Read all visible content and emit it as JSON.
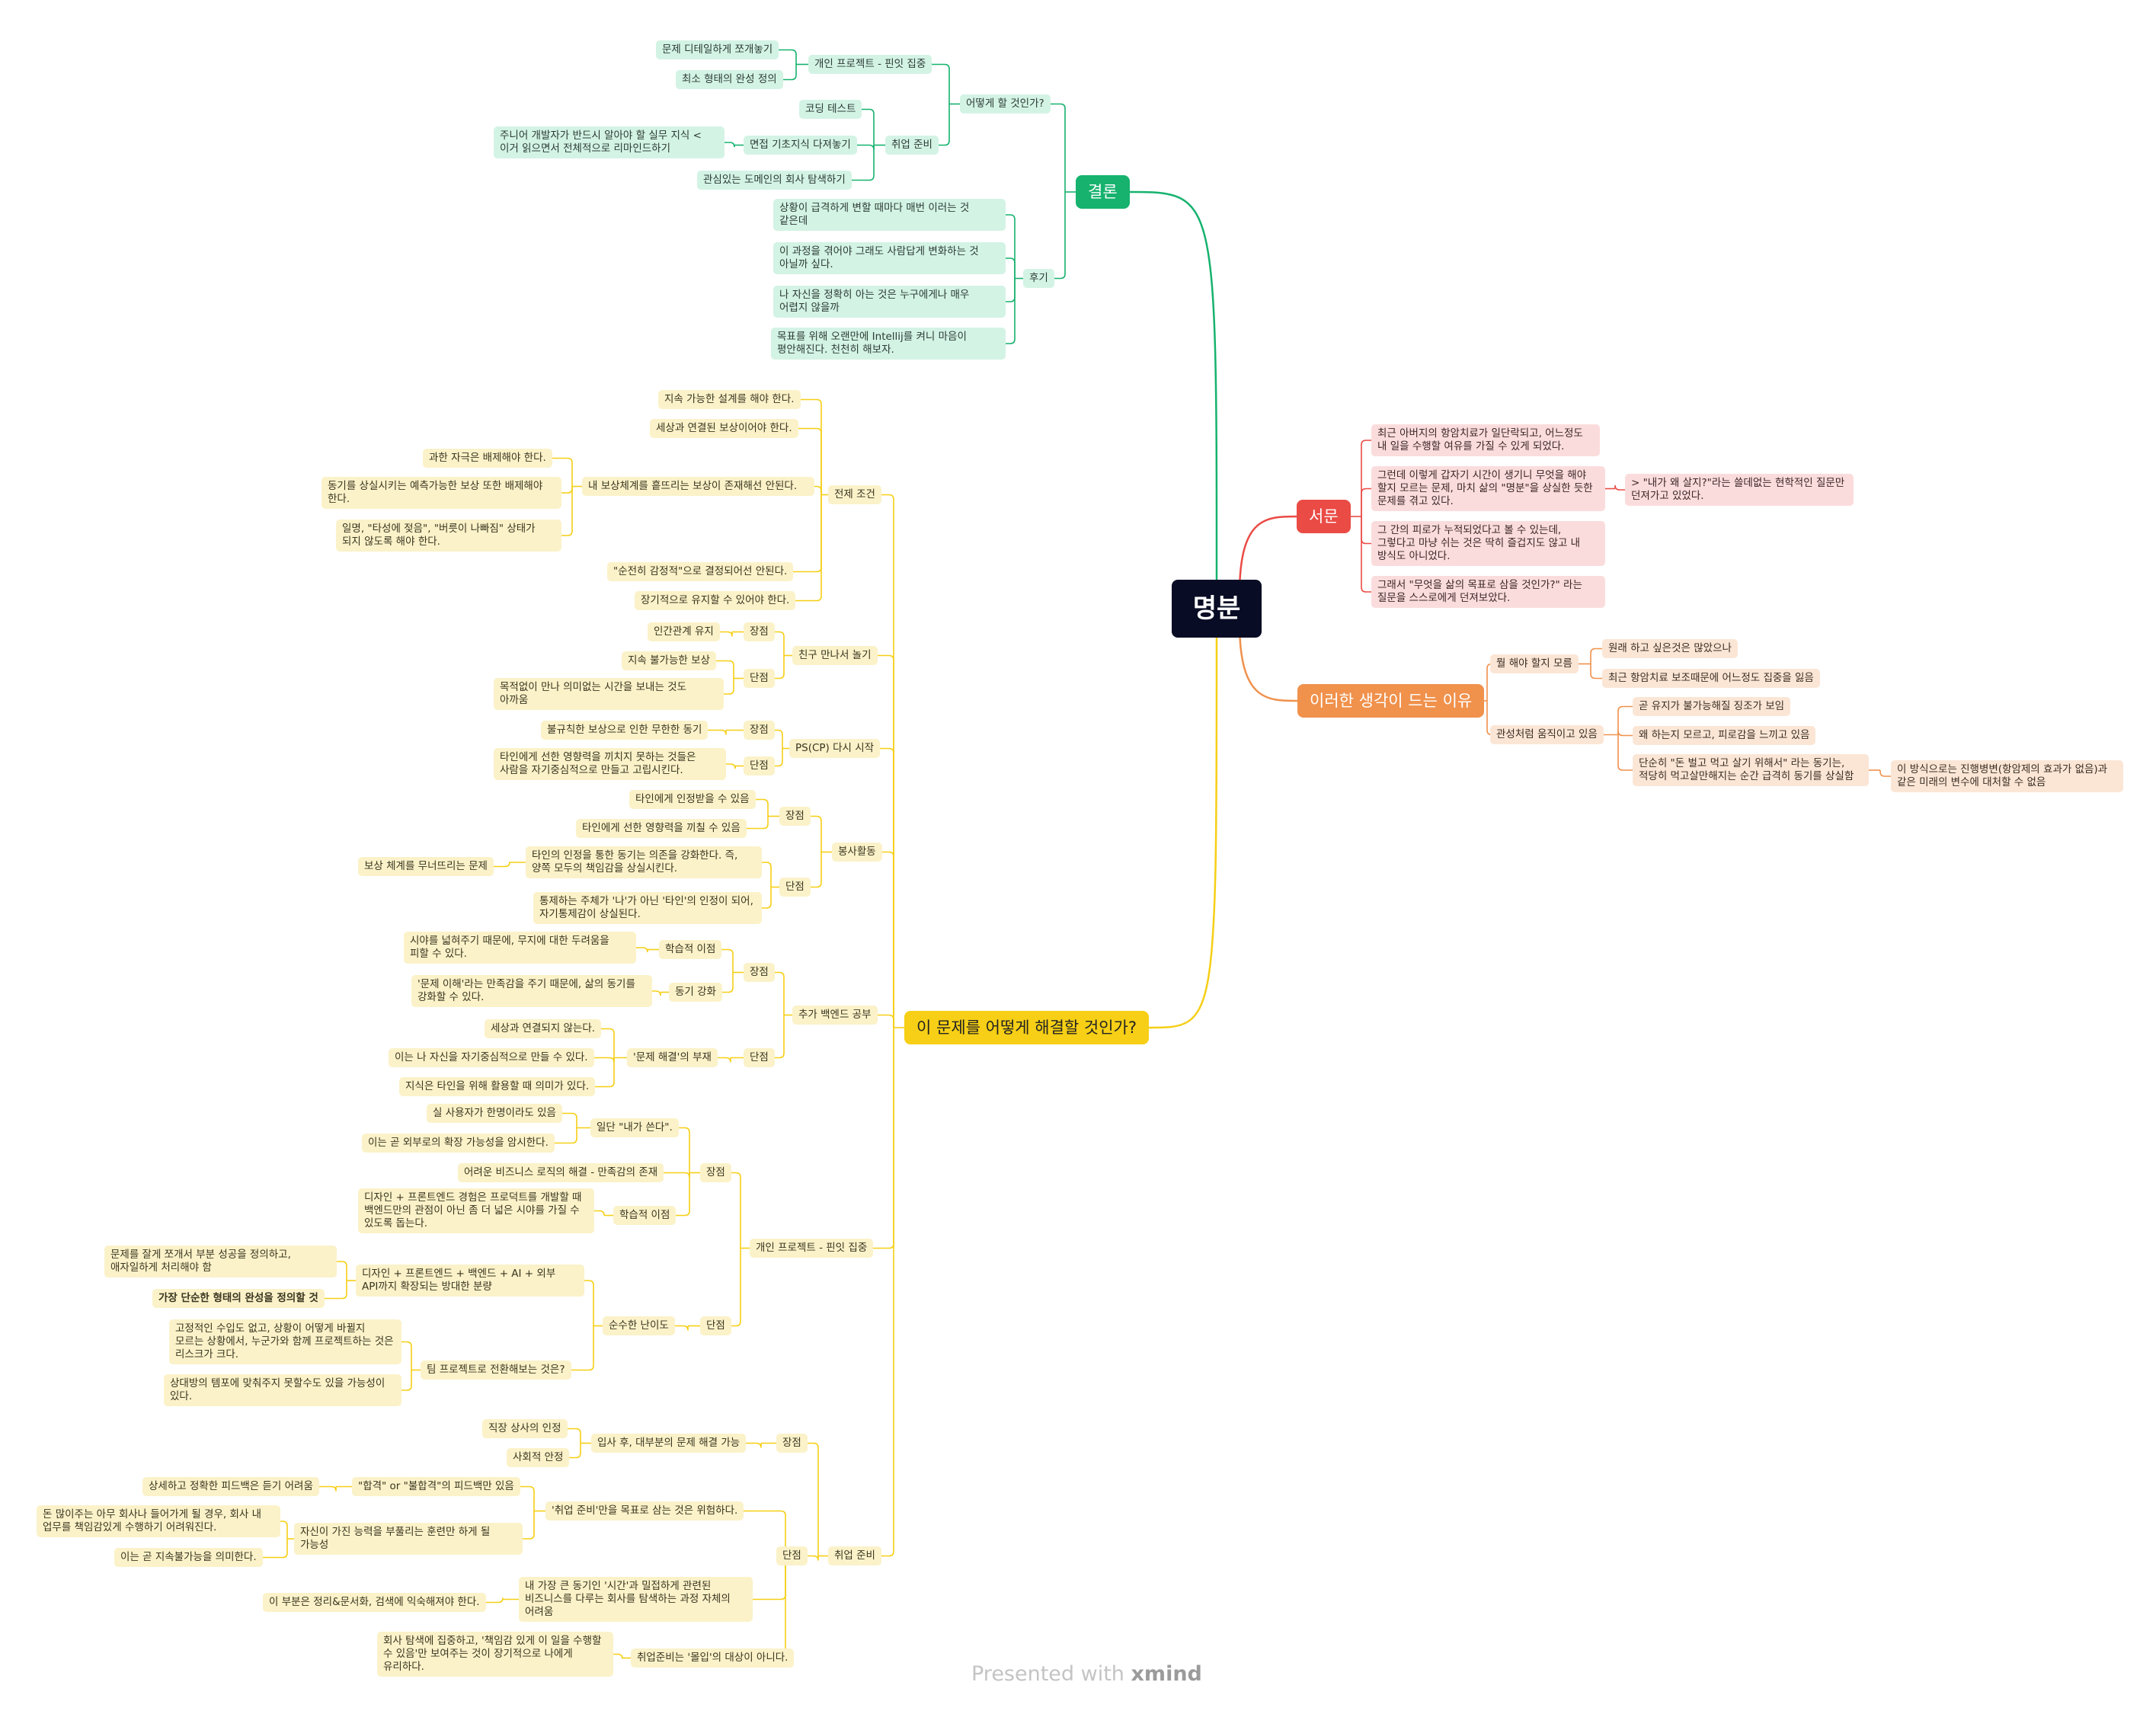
{
  "footer": {
    "prefix": "Presented with",
    "brand": "xmind"
  },
  "colors": {
    "green": "#16b26e",
    "red": "#ea4b45",
    "orange": "#f0914c",
    "yellow": "#f6cf16"
  },
  "nodes": {
    "root": "명분",
    "conclusion": "결론",
    "c_how": "어떻게 할 것인가?",
    "c_personal": "개인 프로젝트 - 핀잇 집중",
    "c_detail": "문제 디테일하게 쪼개놓기",
    "c_minimal": "최소 형태의 완성 정의",
    "c_job": "취업 준비",
    "c_coding": "코딩 테스트",
    "c_interview": "면접 기초지식 다져놓기",
    "c_junior": "주니어 개발자가 반드시 알아야 할 실무 지식 < 이거 읽으면서 전체적으로 리마인드하기",
    "c_domain": "관심있는 도메인의 회사 탐색하기",
    "c_review": "후기",
    "c_r1": "상황이 급격하게 변할 때마다 매번 이러는 것 같은데",
    "c_r2": "이 과정을 겪어야 그래도 사람답게 변화하는 것 아닐까 싶다.",
    "c_r3": "나 자신을 정확히 아는 것은 누구에게나 매우 어렵지 않을까",
    "c_r4": "목표를 위해 오랜만에 Intellij를 켜니 마음이 평안해진다. 천천히 해보자.",
    "intro": "서문",
    "i1": "최근 아버지의 항암치료가 일단락되고, 어느정도 내 일을 수행할 여유를 가질 수 있게 되었다.",
    "i2": "그런데 이렇게 갑자기 시간이 생기니 무엇을 해야 할지 모르는 문제, 마치 삶의 \"명분\"을 상실한 듯한 문제를 겪고 있다.",
    "i2a": "> \"내가 왜 살지?\"라는 쓸데없는 현학적인 질문만 던져가고 있었다.",
    "i3": "그 간의 피로가 누적되었다고 볼 수 있는데, 그렇다고 마냥 쉬는 것은 딱히 즐겁지도 않고 내 방식도 아니었다.",
    "i4": "그래서 \"무엇을 삶의 목표로 삼을 것인가?\" 라는 질문을 스스로에게 던져보았다.",
    "reason": "이러한 생각이 드는 이유",
    "rs_what": "뭘 해야 할지 모름",
    "rs_w1": "원래 하고 싶은것은 많았으나",
    "rs_w2": "최근 항암치료 보조때문에 어느정도 집중을 잃음",
    "rs_inertia": "관성처럼 움직이고 있음",
    "rs_in1": "곧 유지가 불가능해질 징조가 보임",
    "rs_in2": "왜 하는지 모르고, 피로감을 느끼고 있음",
    "rs_in3": "단순히 \"돈 벌고 먹고 살기 위해서\" 라는 동기는, 적당히 먹고살만해지는 순간 급격히 동기를 상실함",
    "rs_in3a": "이 방식으로는 진행병변(항암제의 효과가 없음)과 같은 미래의 변수에 대처할 수 없음",
    "solve": "이 문제를 어떻게 해결할 것인가?",
    "pre": "전제 조건",
    "pre1": "지속 가능한 설계를 해야 한다.",
    "pre2": "세상과 연결된 보상이어야 한다.",
    "pre3": "내 보상체계를 흩뜨리는 보상이 존재해선 안된다.",
    "pre3a": "과한 자극은 배제해야 한다.",
    "pre3b": "동기를 상실시키는 예측가능한 보상 또한 배제해야 한다.",
    "pre3c": "일명, \"타성에 젖음\", \"버릇이 나빠짐\" 상태가 되지 않도록 해야 한다.",
    "pre4": "\"순전히 감정적\"으로 결정되어선 안된다.",
    "pre5": "장기적으로 유지할 수 있어야 한다.",
    "friend": "친구 만나서 놀기",
    "f_pro": "장점",
    "f_pro1": "인간관계 유지",
    "f_con": "단점",
    "f_con1": "지속 불가능한 보상",
    "f_con2": "목적없이 만나 의미없는 시간을 보내는 것도 아까움",
    "ps": "PS(CP) 다시 시작",
    "ps_pro": "장점",
    "ps_pro1": "불규칙한 보상으로 인한 무한한 동기",
    "ps_con": "단점",
    "ps_con1": "타인에게 선한 영향력을 끼치지 못하는 것들은 사람을 자기중심적으로 만들고 고립시킨다.",
    "vol": "봉사활동",
    "v_pro": "장점",
    "v_pro1": "타인에게 인정받을 수 있음",
    "v_pro2": "타인에게 선한 영향력을 끼칠 수 있음",
    "v_con": "단점",
    "v_con1": "타인의 인정을 통한 동기는 의존을 강화한다. 즉, 양쪽 모두의 책임감을 상실시킨다.",
    "v_con1a": "보상 체계를 무너뜨리는 문제",
    "v_con2": "통제하는 주체가 '나'가 아닌 '타인'의 인정이 되어, 자기통제감이 상실된다.",
    "be": "추가 백엔드 공부",
    "be_pro": "장점",
    "be_learn": "학습적 이점",
    "be_learn1": "시야를 넓혀주기 때문에, 무지에 대한 두려움을 피할 수 있다.",
    "be_mot": "동기 강화",
    "be_mot1": "'문제 이해'라는 만족감을 주기 때문에, 삶의 동기를 강화할 수 있다.",
    "be_con": "단점",
    "be_absent": "'문제 해결'의 부재",
    "be_ab1": "세상과 연결되지 않는다.",
    "be_ab2": "이는 나 자신을 자기중심적으로 만들 수 있다.",
    "be_ab3": "지식은 타인을 위해 활용할 때 의미가 있다.",
    "pj": "개인 프로젝트 - 핀잇 집중",
    "pj_pro": "장점",
    "pj_use": "일단 \"내가 쓴다\".",
    "pj_use1": "실 사용자가 한명이라도 있음",
    "pj_use2": "이는 곧 외부로의 확장 가능성을 암시한다.",
    "pj_biz": "어려운 비즈니스 로직의 해결 - 만족감의 존재",
    "pj_learn": "학습적 이점",
    "pj_learn1": "디자인 + 프론트엔드 경험은 프로덕트를 개발할 때 백엔드만의 관점이 아닌 좀 더 넓은 시야를 가질 수 있도록 돕는다.",
    "pj_con": "단점",
    "pj_diff": "순수한 난이도",
    "pj_scope": "디자인 + 프론트엔드 + 백엔드 + AI + 외부 API까지 확장되는 방대한 분량",
    "pj_scope1": "문제를 잘게 쪼개서 부분 성공을 정의하고, 애자일하게 처리해야 함",
    "pj_scope2": "가장 단순한 형태의 완성을 정의할 것",
    "pj_team": "팀 프로젝트로 전환해보는 것은?",
    "pj_team1": "고정적인 수입도 없고, 상황이 어떻게 바뀔지 모르는 상황에서, 누군가와 함께 프로젝트하는 것은 리스크가 크다.",
    "pj_team2": "상대방의 템포에 맞춰주지 못할수도 있을 가능성이 있다.",
    "job": "취업 준비",
    "j_pro": "장점",
    "j_pro1": "입사 후, 대부분의 문제 해결 가능",
    "j_pro1a": "직장 상사의 인정",
    "j_pro1b": "사회적 안정",
    "j_con": "단점",
    "j_goal": "'취업 준비'만을 목표로 삼는 것은 위험하다.",
    "j_pass": "\"합격\" or \"불합격\"의 피드백만 있음",
    "j_pass1": "상세하고 정확한 피드백은 듣기 어려움",
    "j_ability": "자신이 가진 능력을 부풀리는 훈련만 하게 될 가능성",
    "j_ability1": "돈 많이주는 아무 회사나 들어가게 될 경우, 회사 내 업무를 책임감있게 수행하기 어려워진다.",
    "j_ability2": "이는 곧 지속불가능을 의미한다.",
    "j_time": "내 가장 큰 동기인 '시간'과 밀접하게 관련된 비즈니스를 다루는 회사를 탐색하는 과정 자체의 어려움",
    "j_time1": "이 부분은 정리&문서화, 검색에 익숙해져야 한다.",
    "j_immerse": "취업준비는 '몰입'의 대상이 아니다.",
    "j_immerse1": "회사 탐색에 집중하고, '책임감 있게 이 일을 수행할 수 있음'만 보여주는 것이 장기적으로 나에게 유리하다."
  }
}
